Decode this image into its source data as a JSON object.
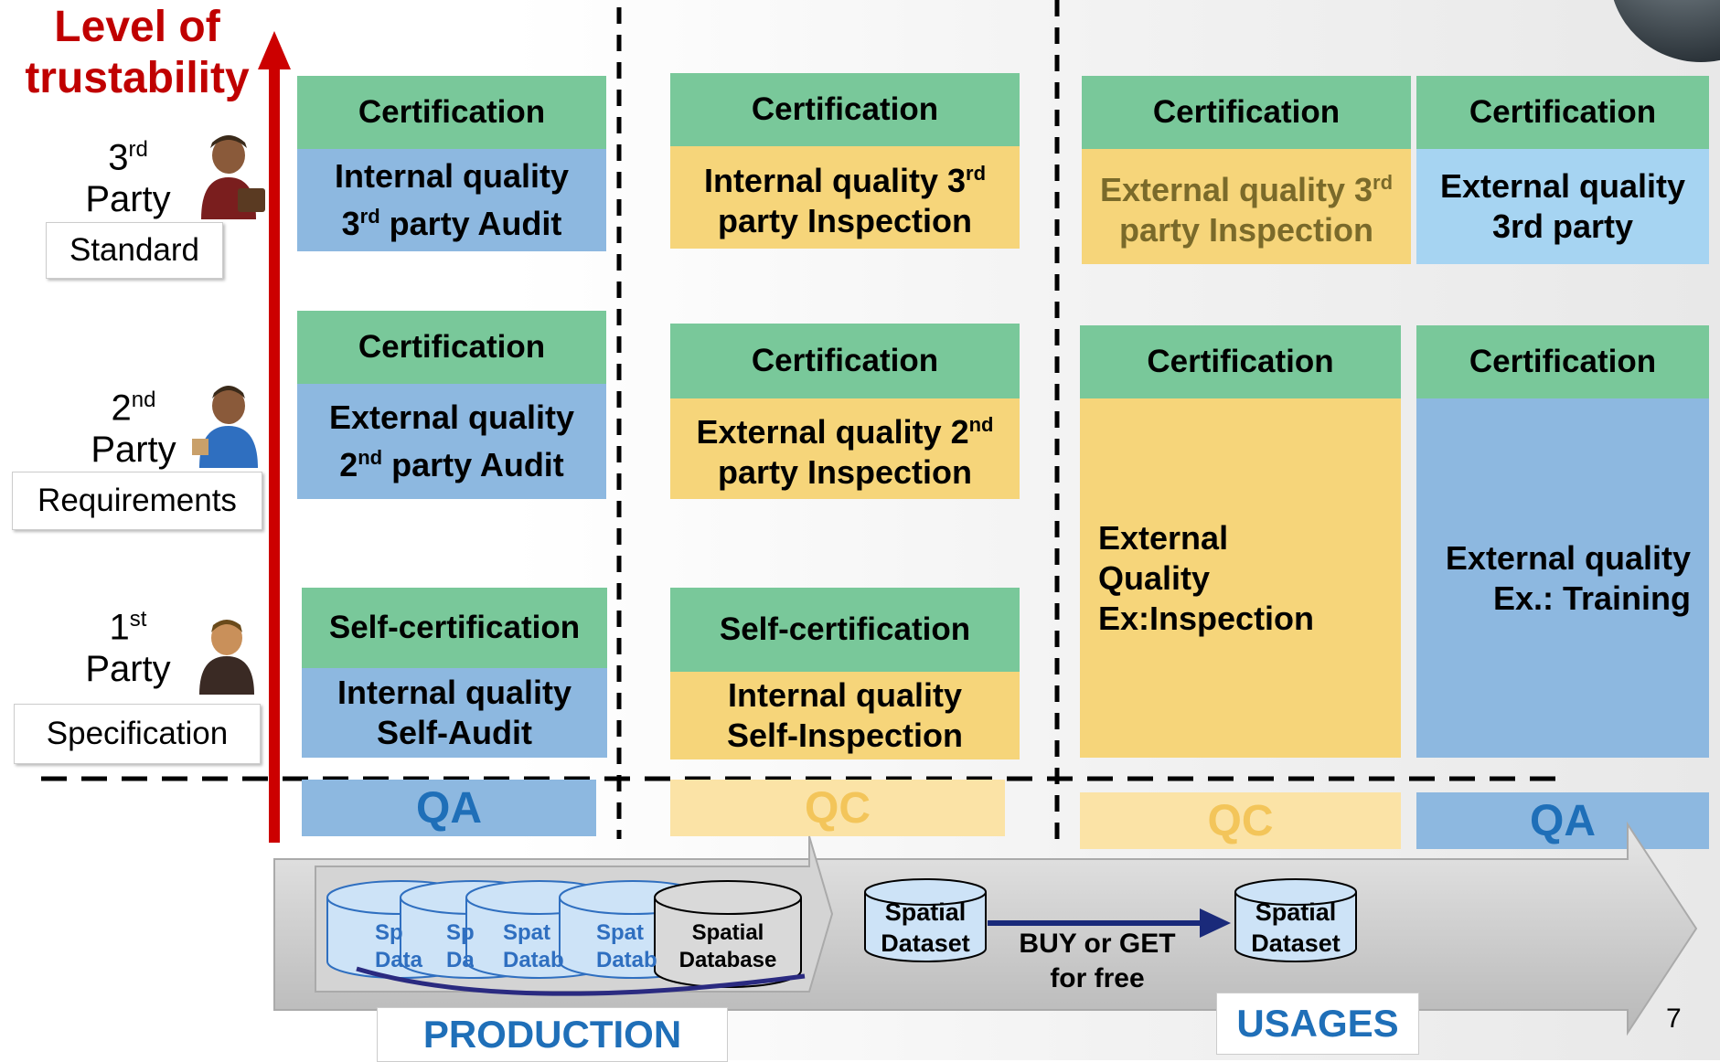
{
  "title_line1": "Level of",
  "title_line2": "trustability",
  "parties": [
    {
      "num": "3",
      "sup": "rd",
      "word": "Party",
      "label": "Standard"
    },
    {
      "num": "2",
      "sup": "nd",
      "word": "Party",
      "label": "Requirements"
    },
    {
      "num": "1",
      "sup": "st",
      "word": "Party",
      "label": "Specification"
    }
  ],
  "header_cert": "Certification",
  "header_self": "Self-certification",
  "cells": {
    "c1r1_a": "Internal quality",
    "c1r1_b_num": "3",
    "c1r1_b_sup": "rd",
    "c1r1_b_rest": " party Audit",
    "c1r2_a": "External quality",
    "c1r2_b_num": "2",
    "c1r2_b_sup": "nd",
    "c1r2_b_rest": " party Audit",
    "c1r3_a": "Internal quality",
    "c1r3_b": "Self-Audit",
    "c2r1_a": "Internal quality 3",
    "c2r1_a_sup": "rd",
    "c2r1_b": "party Inspection",
    "c2r2_a": "External quality 2",
    "c2r2_a_sup": "nd",
    "c2r2_b": "party Inspection",
    "c2r3_a": "Internal quality",
    "c2r3_b": "Self-Inspection",
    "c3r1_a": "External quality 3",
    "c3r1_a_sup": "rd",
    "c3r1_b": "party Inspection",
    "c3big_a": "External",
    "c3big_b": "Quality",
    "c3big_c": "Ex:Inspection",
    "c4r1_a": "External quality",
    "c4r1_b": "3rd  party",
    "c4big_a": "External quality",
    "c4big_b": "Ex.: Training"
  },
  "bottom_labels": [
    "QA",
    "QC",
    "QC",
    "QA"
  ],
  "db_partial": [
    "Sp",
    "Sp",
    "Spat",
    "Spat"
  ],
  "db_partial2": [
    "Data",
    "Dat",
    "Datab",
    "Datab"
  ],
  "db_main": [
    "Spatial",
    "Database"
  ],
  "dataset1": [
    "Spatial",
    "Dataset"
  ],
  "dataset2": [
    "Spatial",
    "Dataset"
  ],
  "buy_line1": "BUY or GET",
  "buy_line2": "for free",
  "production": "PRODUCTION",
  "usages": "USAGES",
  "page_number": "7"
}
